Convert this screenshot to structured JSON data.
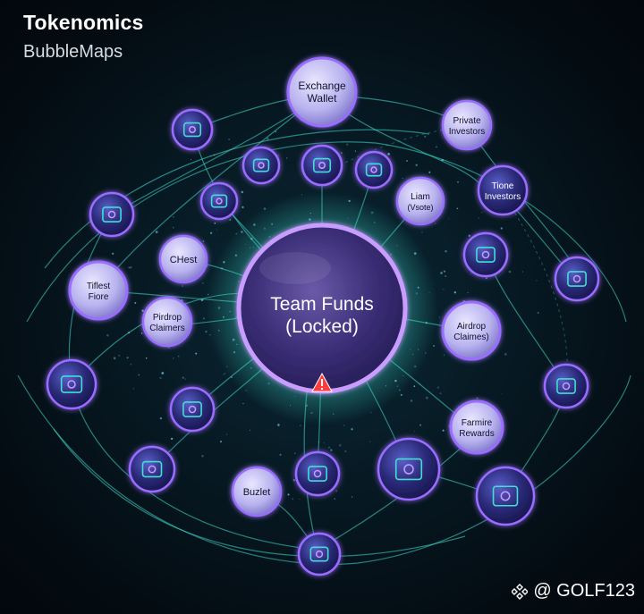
{
  "header": {
    "title": "Tokenomics",
    "subtitle": "BubbleMaps"
  },
  "center": {
    "line1": "Team Funds",
    "line2": "(Locked)",
    "warning_icon": "warning-triangle-icon"
  },
  "nodes": {
    "exchange_wallet": [
      "Exchange",
      "Wallet"
    ],
    "private_investors": [
      "Private",
      "Investors"
    ],
    "tione_investors": [
      "Tione",
      "Investors"
    ],
    "liam_vesting": [
      "Liam",
      "(Vsote)"
    ],
    "chest": [
      "CHest"
    ],
    "tiflest_fiore": [
      "Tiflest",
      "Fiore"
    ],
    "pirdrop_claimers": [
      "Pirdrop",
      "Claimers"
    ],
    "airdrop_claimes": [
      "Airdrop",
      "Claimes)"
    ],
    "farmire_rewards": [
      "Farmire",
      "Rewards"
    ],
    "buzlet": [
      "Buzlet"
    ]
  },
  "icon_nodes": [
    "spiral-coin-icon",
    "crypto-lock-icon",
    "robot-icon",
    "exchange-arrows-icon",
    "target-coin-icon",
    "gear-icon",
    "dashboard-icon",
    "bridge-icon",
    "building-icon",
    "shield-coin-icon",
    "bank-icon",
    "hand-coin-icon",
    "people-icon",
    "dial-icon",
    "chip-icon",
    "chart-icon",
    "copyright-icon"
  ],
  "watermark": {
    "text": "@ GOLF123",
    "icon": "binance-logo-icon"
  },
  "colors": {
    "link": "#3fe0d0",
    "bubble_glow": "#9a6cff",
    "center_glow": "#c99cff",
    "warning": "#ff3b3b"
  }
}
